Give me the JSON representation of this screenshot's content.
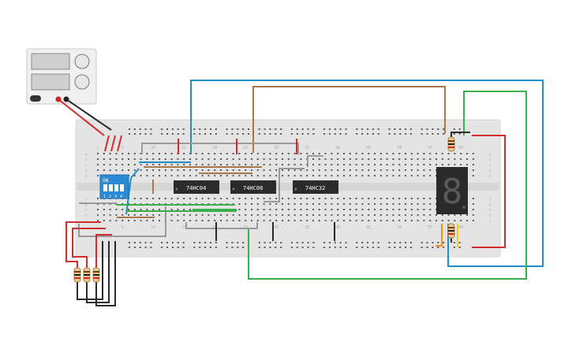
{
  "chips": [
    {
      "id": "u1",
      "label": "74HC04"
    },
    {
      "id": "u2",
      "label": "74HC08"
    },
    {
      "id": "u3",
      "label": "74HC32"
    }
  ],
  "dip_switch": {
    "label": "ON",
    "positions": [
      "1",
      "2",
      "3",
      "4"
    ]
  },
  "column_numbers": [
    "1",
    "5",
    "10",
    "15",
    "20",
    "25",
    "30",
    "35",
    "40",
    "45",
    "50",
    "55",
    "60"
  ],
  "row_letters_top": [
    "a",
    "b",
    "c",
    "d",
    "e"
  ],
  "row_letters_bottom": [
    "f",
    "g",
    "h",
    "i",
    "j"
  ],
  "seven_segment": {
    "digit": "8"
  },
  "colors": {
    "wire_red": "#d42b2b",
    "wire_black": "#2a2a2a",
    "wire_blue": "#1f8fc9",
    "wire_green": "#3ab04a",
    "wire_brown": "#a8774a",
    "wire_gray": "#9a9a9a",
    "wire_orange": "#f0921e",
    "wire_yellow": "#f2cf1b",
    "breadboard": "#e4e4e4",
    "chip": "#2b2b2b",
    "dip_switch": "#2b8ad6",
    "display": "#2a2a2a"
  }
}
